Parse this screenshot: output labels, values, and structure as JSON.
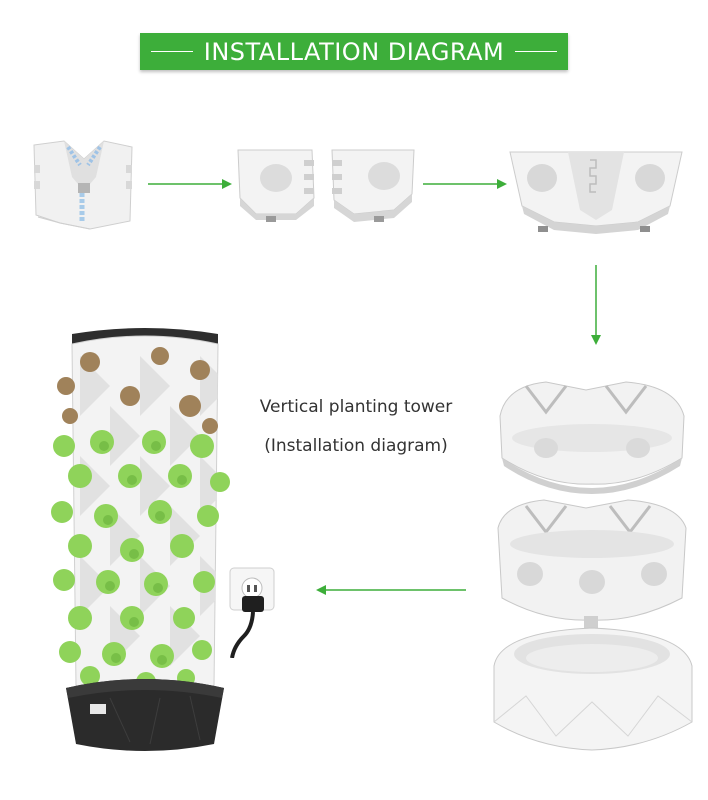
{
  "banner": {
    "title": "INSTALLATION DIAGRAM"
  },
  "caption": {
    "line1": "Vertical planting tower",
    "line2": "(Installation diagram)"
  },
  "colors": {
    "banner_green": "#3dae3a",
    "arrow_green": "#3dae3a",
    "plastic_white": "#f2f2f2",
    "plastic_shadow": "#c9c9c9",
    "base_dark": "#2b2b2b",
    "lettuce_green": "#8fd35a",
    "dried_brown": "#a0825a"
  },
  "steps": [
    {
      "name": "single-module-piece"
    },
    {
      "name": "two-halves"
    },
    {
      "name": "joined-module"
    },
    {
      "name": "stacked-layers"
    },
    {
      "name": "assembled-tower"
    }
  ]
}
